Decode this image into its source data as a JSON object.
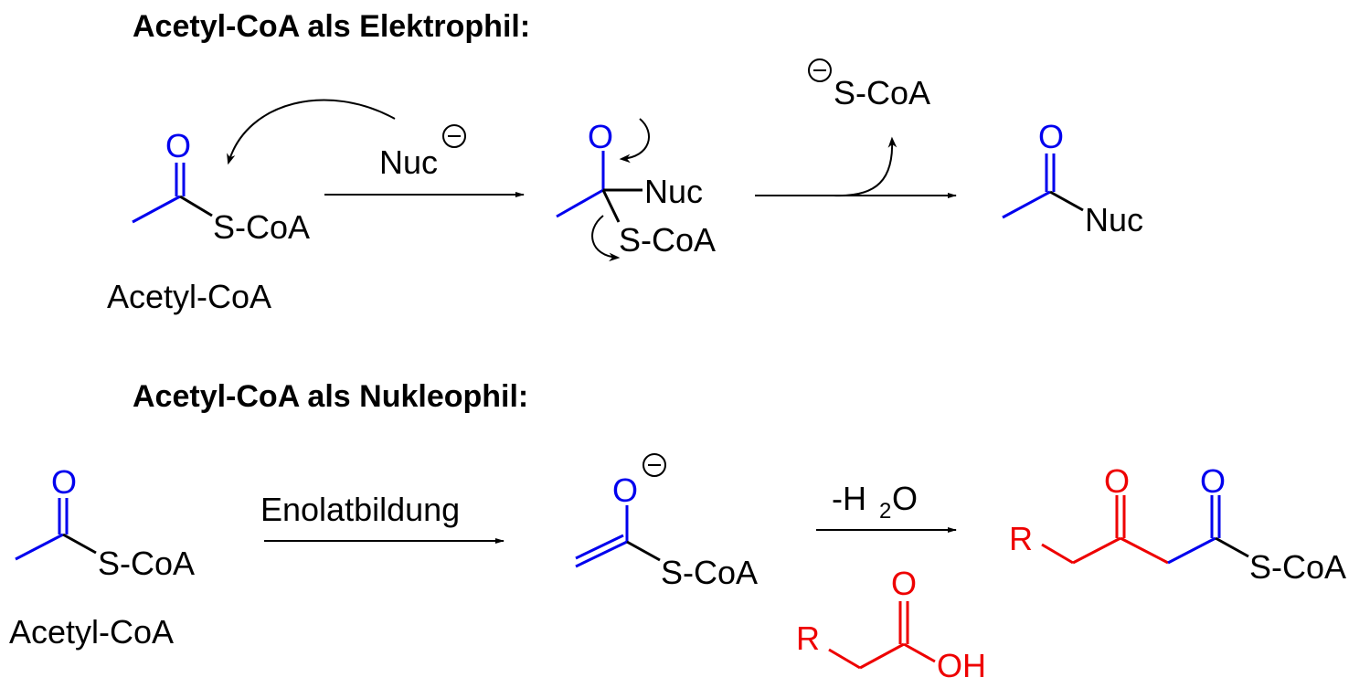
{
  "headings": {
    "electrophile": "Acetyl-CoA als Elektrophil:",
    "nucleophile": "Acetyl-CoA als Nukleophil:"
  },
  "labels": {
    "oxygen": "O",
    "scoa": "S-CoA",
    "nuc": "Nuc",
    "acetyl_coa": "Acetyl-CoA",
    "r_group": "R",
    "oh": "OH",
    "minus_sign": "−",
    "enolate_step": "Enolatbildung",
    "water_prefix": "-H",
    "water_sub": "2",
    "water_suffix": "O"
  },
  "colors": {
    "black": "#000000",
    "blue": "#0000ee",
    "red": "#ee0000"
  }
}
